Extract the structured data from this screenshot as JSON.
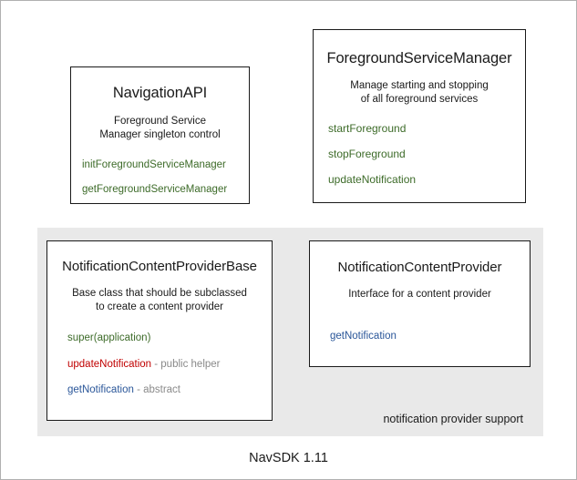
{
  "diagram": {
    "footer_caption": "NavSDK 1.11",
    "panel": {
      "label": "notification provider support",
      "background": "#e9e9e9"
    },
    "colors": {
      "method_green": "#3d6b29",
      "method_red": "#c00000",
      "method_blue": "#2a5699",
      "note_gray": "#8a8a8a",
      "box_border": "#1a1a1a",
      "panel_bg": "#e9e9e9",
      "page_bg": "#ffffff"
    }
  },
  "boxes": {
    "navigation_api": {
      "title": "NavigationAPI",
      "description_line1": "Foreground Service",
      "description_line2": "Manager singleton control",
      "methods": [
        {
          "name": "initForegroundServiceManager",
          "note": ""
        },
        {
          "name": "getForegroundServiceManager",
          "note": ""
        }
      ]
    },
    "foreground_service_manager": {
      "title": "ForegroundServiceManager",
      "description_line1": "Manage starting and stopping",
      "description_line2": "of all foreground services",
      "methods": [
        {
          "name": "startForeground",
          "note": ""
        },
        {
          "name": "stopForeground",
          "note": ""
        },
        {
          "name": "updateNotification",
          "note": ""
        }
      ]
    },
    "notification_content_provider_base": {
      "title": "NotificationContentProviderBase",
      "description_line1": "Base class that should be subclassed",
      "description_line2": "to create a content provider",
      "methods": [
        {
          "name": "super(application)",
          "note": ""
        },
        {
          "name": "updateNotification",
          "note": " - public helper"
        },
        {
          "name": "getNotification",
          "note": " - abstract"
        }
      ]
    },
    "notification_content_provider": {
      "title": "NotificationContentProvider",
      "description_line1": "Interface for a content provider",
      "description_line2": "",
      "methods": [
        {
          "name": "getNotification",
          "note": ""
        }
      ]
    }
  }
}
